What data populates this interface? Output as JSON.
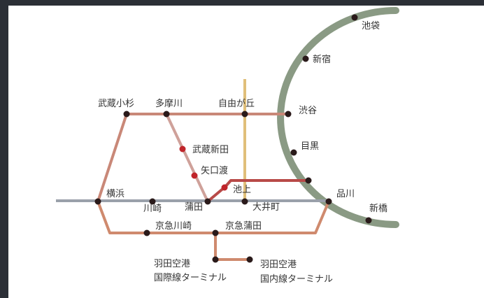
{
  "colors": {
    "page_background": "#2b2f36",
    "canvas_background": "#ffffff",
    "yamanote": "#8a9a84",
    "tokyu_toyoko_oimachi": "#c98878",
    "tamagawa": "#cfa19a",
    "ikegami": "#b84a48",
    "meguro": "#a84a4a",
    "tokaido_keikyu": "#9aa0aa",
    "vertical": "#e0bf7a",
    "keikyu_airport": "#cf8a6e",
    "station_dot": "#2a1a1a",
    "ikegami_station_dot": "#c0242a"
  },
  "stations": {
    "ikebukuro": "池袋",
    "shinjuku": "新宿",
    "shibuya": "渋谷",
    "meguro": "目黒",
    "shinagawa": "品川",
    "shimbashi": "新橋",
    "musashi_kosugi": "武蔵小杉",
    "tamagawa": "多摩川",
    "jiyugaoka": "自由が丘",
    "musashi_nitta": "武蔵新田",
    "yaguchinowatashi": "矢口渡",
    "ikegami": "池上",
    "yokohama": "横浜",
    "kawasaki": "川崎",
    "kamata": "蒲田",
    "oimachi": "大井町",
    "keikyu_kawasaki": "京急川崎",
    "keikyu_kamata": "京急蒲田",
    "haneda_intl_1": "羽田空港",
    "haneda_intl_2": "国際線ターミナル",
    "haneda_dom_1": "羽田空港",
    "haneda_dom_2": "国内線ターミナル"
  }
}
